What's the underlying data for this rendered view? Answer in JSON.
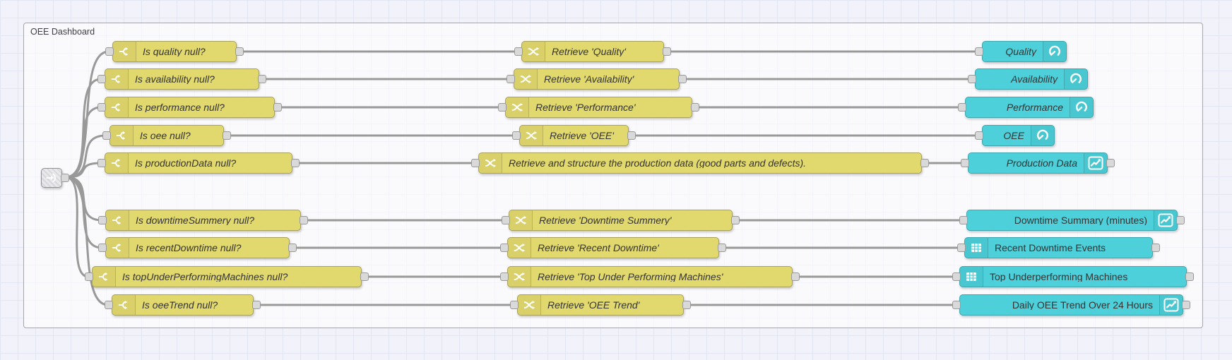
{
  "group": {
    "label": "OEE Dashboard"
  },
  "flows": [
    {
      "condition": "Is quality null?",
      "retrieve": "Retrieve 'Quality'",
      "output": "Quality",
      "output_type": "gauge"
    },
    {
      "condition": "Is availability null?",
      "retrieve": "Retrieve 'Availability'",
      "output": "Availability",
      "output_type": "gauge"
    },
    {
      "condition": "Is performance null?",
      "retrieve": "Retrieve 'Performance'",
      "output": "Performance",
      "output_type": "gauge"
    },
    {
      "condition": "Is oee null?",
      "retrieve": "Retrieve 'OEE'",
      "output": "OEE",
      "output_type": "gauge"
    },
    {
      "condition": "Is productionData null?",
      "retrieve": "Retrieve and structure the production data (good parts and defects).",
      "output": "Production Data",
      "output_type": "chart"
    },
    {
      "condition": "Is downtimeSummery null?",
      "retrieve": "Retrieve 'Downtime Summery'",
      "output": "Downtime Summary (minutes)",
      "output_type": "chart"
    },
    {
      "condition": "Is recentDowntime null?",
      "retrieve": "Retrieve 'Recent Downtime'",
      "output": "Recent Downtime Events",
      "output_type": "table"
    },
    {
      "condition": "Is topUnderPerformingMachines null?",
      "retrieve": "Retrieve 'Top Under Performing Machines'",
      "output": "Top Underperforming Machines",
      "output_type": "table"
    },
    {
      "condition": "Is oeeTrend null?",
      "retrieve": "Retrieve 'OEE Trend'",
      "output": "Daily OEE Trend Over 24 Hours",
      "output_type": "chart"
    }
  ],
  "icons": {
    "link_in": "link-in-icon",
    "switch": "switch-icon",
    "change": "change-icon",
    "gauge": "gauge-icon",
    "chart": "chart-icon",
    "table": "table-icon"
  },
  "colors": {
    "function_node": "#e2d96e",
    "dashboard_node": "#4dd0da",
    "wire": "#999999",
    "port_fill": "#d9d9d9",
    "canvas_bg": "#f2f3fa",
    "grid_line": "#e2e5f2"
  }
}
